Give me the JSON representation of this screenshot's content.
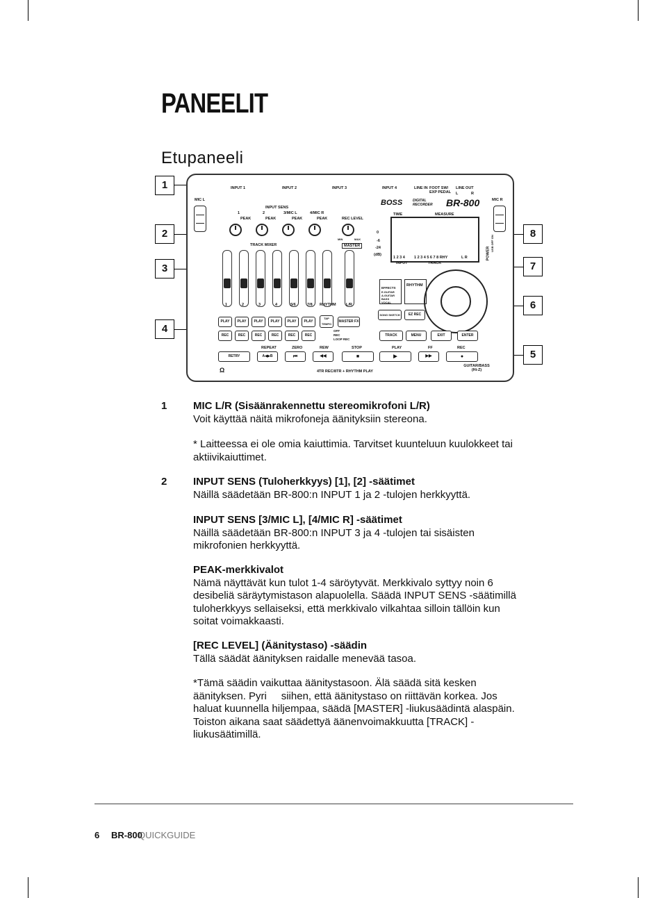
{
  "page": {
    "title": "PANEELIT",
    "subtitle": "Etupaneeli"
  },
  "callouts": [
    "1",
    "2",
    "3",
    "4",
    "5",
    "6",
    "7",
    "8"
  ],
  "device": {
    "top_labels": [
      "INPUT 1",
      "INPUT 2",
      "INPUT 3",
      "INPUT 4",
      "LINE IN",
      "FOOT SW/\nEXP PEDAL",
      "LINE OUT",
      "L",
      "R"
    ],
    "mic_l": "MIC L",
    "mic_r": "MIC R",
    "brand": "BOSS",
    "digital_recorder": "DIGITAL RECORDER",
    "model": "BR-800",
    "input_sens": "INPUT SENS",
    "knob_labels": [
      "1",
      "2",
      "3/MIC L",
      "4/MIC R"
    ],
    "peak": "PEAK",
    "rec_level": "REC LEVEL",
    "min": "MIN",
    "max": "MAX",
    "screen_labels": [
      "TIME",
      "MEASURE"
    ],
    "meter_scale": [
      "0",
      "-6",
      "-24",
      "(dB)"
    ],
    "meter_bottom": [
      "1 2 3 4",
      "1 2 3 4 5 6 7 8 RHY",
      "L R",
      "INPUT",
      "TRACK"
    ],
    "track_mixer": "TRACK MIXER",
    "master": "MASTER",
    "fader_labels": [
      "1",
      "2",
      "3",
      "4",
      "5/6",
      "7/8",
      "RHYTHM",
      "L/R"
    ],
    "power": "POWER",
    "usb": "USB OFF ON",
    "effects": [
      "EFFECTS",
      "E.GUITAR",
      "A.GUITAR",
      "BASS",
      "VOCAL"
    ],
    "rhythm": "RHYTHM",
    "song_sketch": "SONG SKETCH",
    "ez_rec": "EZ REC",
    "play": "PLAY",
    "tap_tempo": "TAP TEMPO",
    "master_fx": "MASTER FX",
    "rec": "REC",
    "loop_modes": [
      "OFF",
      "REC",
      "LOOP REC"
    ],
    "nav_buttons": [
      "TRACK",
      "MENU",
      "EXIT",
      "ENTER"
    ],
    "transport_top": [
      "REPEAT",
      "ZERO",
      "REW",
      "STOP",
      "PLAY",
      "FF",
      "REC"
    ],
    "retry": "RETRY",
    "ab": "A◀▶B",
    "transport_icons": [
      "⏮",
      "◀◀",
      "■",
      "▶",
      "▶▶",
      "●"
    ],
    "bottom_strip": "4TR REC/8TR + RHYTHM PLAY",
    "guitar_bass": "GUITAR/BASS (Hi-Z)"
  },
  "items": [
    {
      "number": "1",
      "heading": "MIC L/R (Sisäänrakennettu stereomikrofoni L/R)",
      "body": "Voit käyttää näitä mikrofoneja äänityksiin stereona."
    },
    {
      "note": "* Laitteessa ei ole omia kaiuttimia. Tarvitset kuunteluun kuulokkeet tai aktiivikaiuttimet."
    },
    {
      "number": "2",
      "heading": "INPUT SENS (Tuloherkkyys) [1], [2] -säätimet",
      "body": "Näillä säädetään BR-800:n INPUT 1 ja 2 -tulojen herkkyyttä."
    },
    {
      "heading": "INPUT SENS [3/MIC L], [4/MIC R] -säätimet",
      "body": "Näillä säädetään BR-800:n INPUT 3 ja 4 -tulojen tai sisäisten mikrofonien herkkyyttä."
    },
    {
      "heading": "PEAK-merkkivalot",
      "body": "Nämä näyttävät kun tulot 1-4 säröytyvät. Merkkivalo syttyy noin 6 desibeliä säräytymistason alapuolella. Säädä INPUT SENS -säätimillä tuloherkkyys sellaiseksi, että merkkivalo vilkahtaa silloin tällöin kun soitat voimakkaasti."
    },
    {
      "heading": "[REC LEVEL] (Äänitystaso) -säädin",
      "body": "Tällä säädät äänityksen raidalle menevää tasoa."
    },
    {
      "note": "*Tämä säädin vaikuttaa äänitystasoon. Älä säädä sitä kesken äänityksen. Pyri     siihen, että äänitystaso on riittävän korkea. Jos haluat kuunnella hiljempaa, säädä [MASTER] -liukusäädintä alaspäin. Toiston aikana saat säädettyä äänenvoimakkuutta [TRACK] -liukusäätimillä."
    }
  ],
  "footer": {
    "page_number": "6",
    "product": "BR-800",
    "guide": "QUICKGUIDE"
  }
}
